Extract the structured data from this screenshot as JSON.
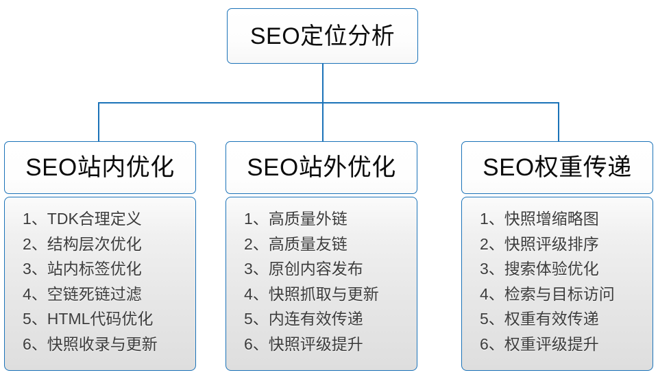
{
  "diagram": {
    "type": "organizational-tree",
    "root": {
      "label": "SEO定位分析"
    },
    "branches": [
      {
        "title": "SEO站内优化",
        "items": [
          "1、TDK合理定义",
          "2、结构层次优化",
          "3、站内标签优化",
          "4、空链死链过滤",
          "5、HTML代码优化",
          "6、快照收录与更新"
        ]
      },
      {
        "title": "SEO站外优化",
        "items": [
          "1、高质量外链",
          "2、高质量友链",
          "3、原创内容发布",
          "4、快照抓取与更新",
          "5、内连有效传递",
          "6、快照评级提升"
        ]
      },
      {
        "title": "SEO权重传递",
        "items": [
          "1、快照增缩略图",
          "2、快照评级排序",
          "3、搜索体验优化",
          "4、检索与目标访问",
          "5、权重有效传递",
          "6、权重评级提升"
        ]
      }
    ],
    "colors": {
      "border": "#1a72b8",
      "connector": "#1a72b8",
      "header_text": "#0b0b0b",
      "item_text": "#3c3c3c",
      "body_fill_top": "#fbfbfb",
      "body_fill_bottom": "#dedede",
      "page_background": "#ffffff"
    }
  }
}
